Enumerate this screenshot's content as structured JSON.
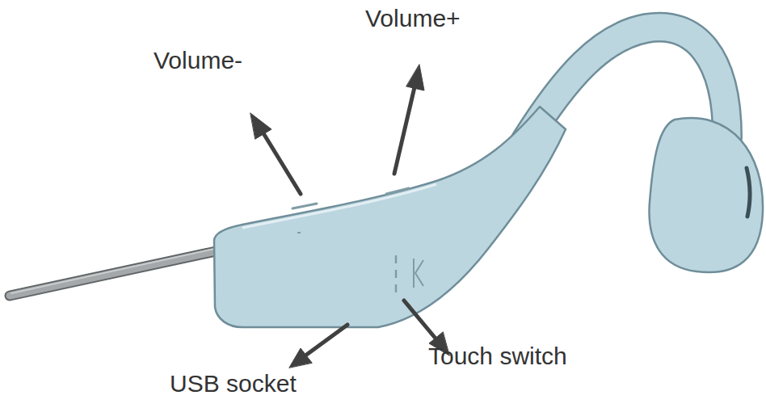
{
  "diagram": {
    "labels": [
      "Volume-",
      "Volume+",
      "USB socket",
      "Touch switch"
    ]
  }
}
